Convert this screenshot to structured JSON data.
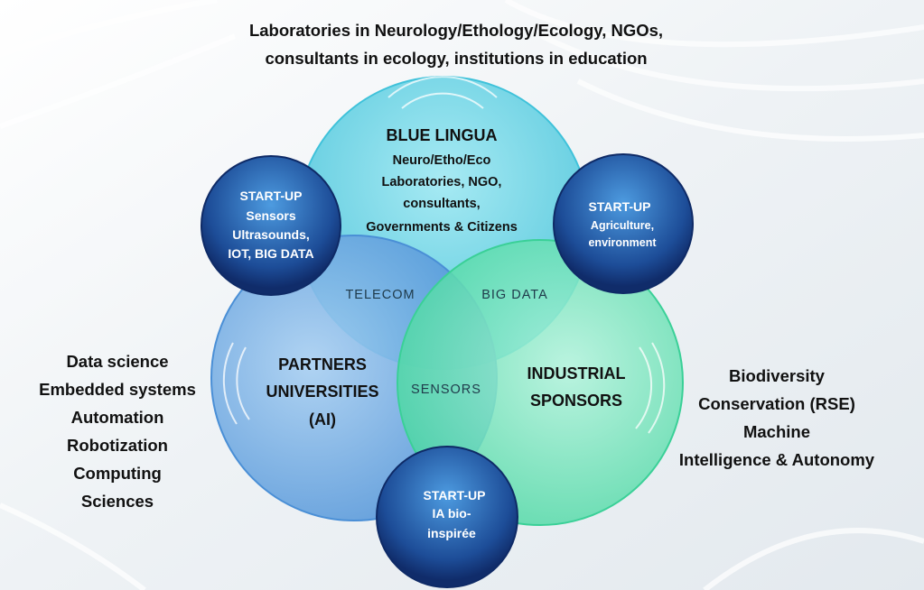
{
  "colors": {
    "background": "#f2f5f7",
    "blue_lingua_circle": "#5ccfe0",
    "partners_circle": "#5b9fe0",
    "industrial_circle": "#5fe0b0",
    "startup_circle_dark": "#12337a",
    "startup_circle_light": "#3f8fd6",
    "overlap_label": "#1f3a4a",
    "text_dark": "#111111",
    "text_white": "#ffffff"
  },
  "top_text": {
    "line1": "Laboratories in Neurology/Ethology/Ecology, NGOs,",
    "line2": "consultants in ecology, institutions in education"
  },
  "left_text": {
    "line1": "Data science",
    "line2": "Embedded systems",
    "line3": "Automation",
    "line4": "Robotization",
    "line5": "Computing",
    "line6": "Sciences"
  },
  "right_text": {
    "line1": "Biodiversity",
    "line2": "Conservation (RSE)",
    "line3": "Machine",
    "line4": "Intelligence & Autonomy"
  },
  "blue_lingua": {
    "title": "BLUE LINGUA",
    "line1": "Neuro/Etho/Eco",
    "line2": "Laboratories, NGO,",
    "line3": "consultants,",
    "line4": "Governments & Citizens"
  },
  "partners": {
    "line1": "PARTNERS",
    "line2": "UNIVERSITIES",
    "line3": "(AI)"
  },
  "industrial": {
    "line1": "INDUSTRIAL",
    "line2": "SPONSORS"
  },
  "overlaps": {
    "telecom": "TELECOM",
    "big_data": "BIG DATA",
    "sensors": "SENSORS"
  },
  "startup_sensors": {
    "line1": "START-UP",
    "line2": "Sensors",
    "line3": "Ultrasounds,",
    "line4": "IOT, BIG DATA"
  },
  "startup_agriculture": {
    "line1": "START-UP",
    "line2": "Agriculture,",
    "line3": "environment"
  },
  "startup_ia": {
    "line1": "START-UP",
    "line2": "IA bio-",
    "line3": "inspirée"
  }
}
